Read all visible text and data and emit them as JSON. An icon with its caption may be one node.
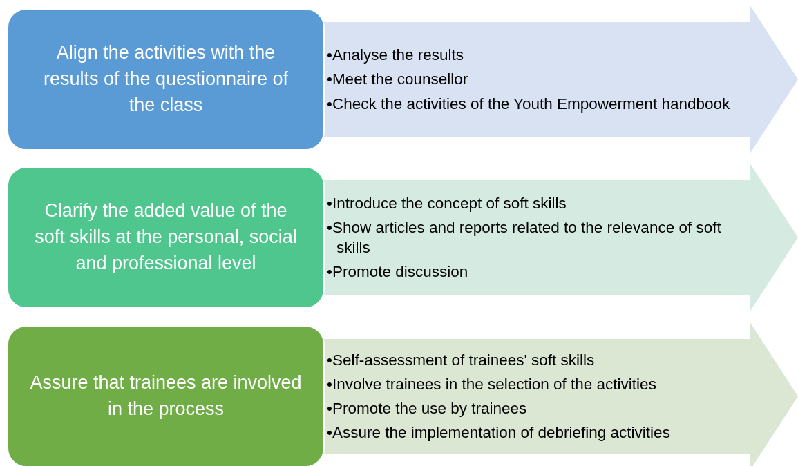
{
  "diagram": {
    "nodes": [
      {
        "text": [
          "Align the activities with the results of the questionnaire of the class"
        ]
      },
      {
        "text": [
          "•Analyse the results",
          "•Meet the counsellor",
          "•Check the activities of the Youth Empowerment handbook"
        ]
      },
      {
        "text": [
          "Clarify the added value of the soft skills at the personal, social and professional level"
        ]
      },
      {
        "text": [
          "•Introduce the concept of soft skills",
          "•Show articles and reports related to the relevance of soft skills",
          "•Promote discussion"
        ]
      },
      {
        "text": [
          "Assure that trainees are involved in the process"
        ]
      },
      {
        "text": [
          "•Self-assessment of trainees' soft skills",
          "•Involve trainees in the selection of the activities",
          "•Promote the use by trainees",
          "•Assure the implementation of debriefing activities"
        ]
      }
    ]
  }
}
